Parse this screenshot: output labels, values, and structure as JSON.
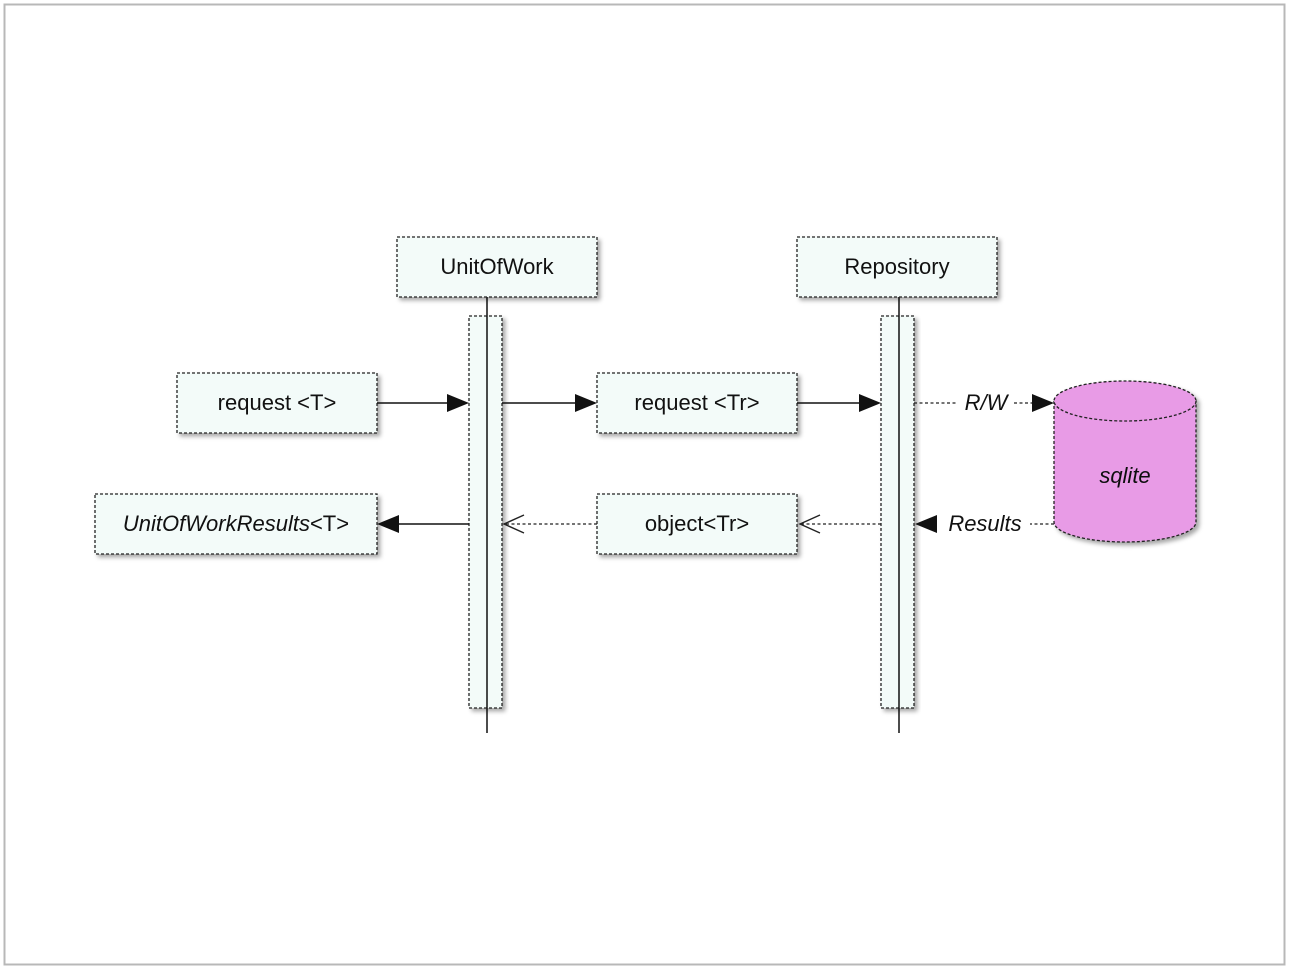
{
  "participants": {
    "unit_of_work": "UnitOfWork",
    "repository": "Repository"
  },
  "messages": {
    "request_t": "request <T>",
    "request_tr": "request <Tr>",
    "object_tr": "object<Tr>",
    "results_prefix": "UnitOfWorkResults",
    "results_suffix": "<T>"
  },
  "database": {
    "name": "sqlite",
    "read_write_label": "R/W",
    "results_label": "Results",
    "color": "#e89be6"
  },
  "colors": {
    "box_fill": "#f3fbf9",
    "line": "#111111"
  }
}
